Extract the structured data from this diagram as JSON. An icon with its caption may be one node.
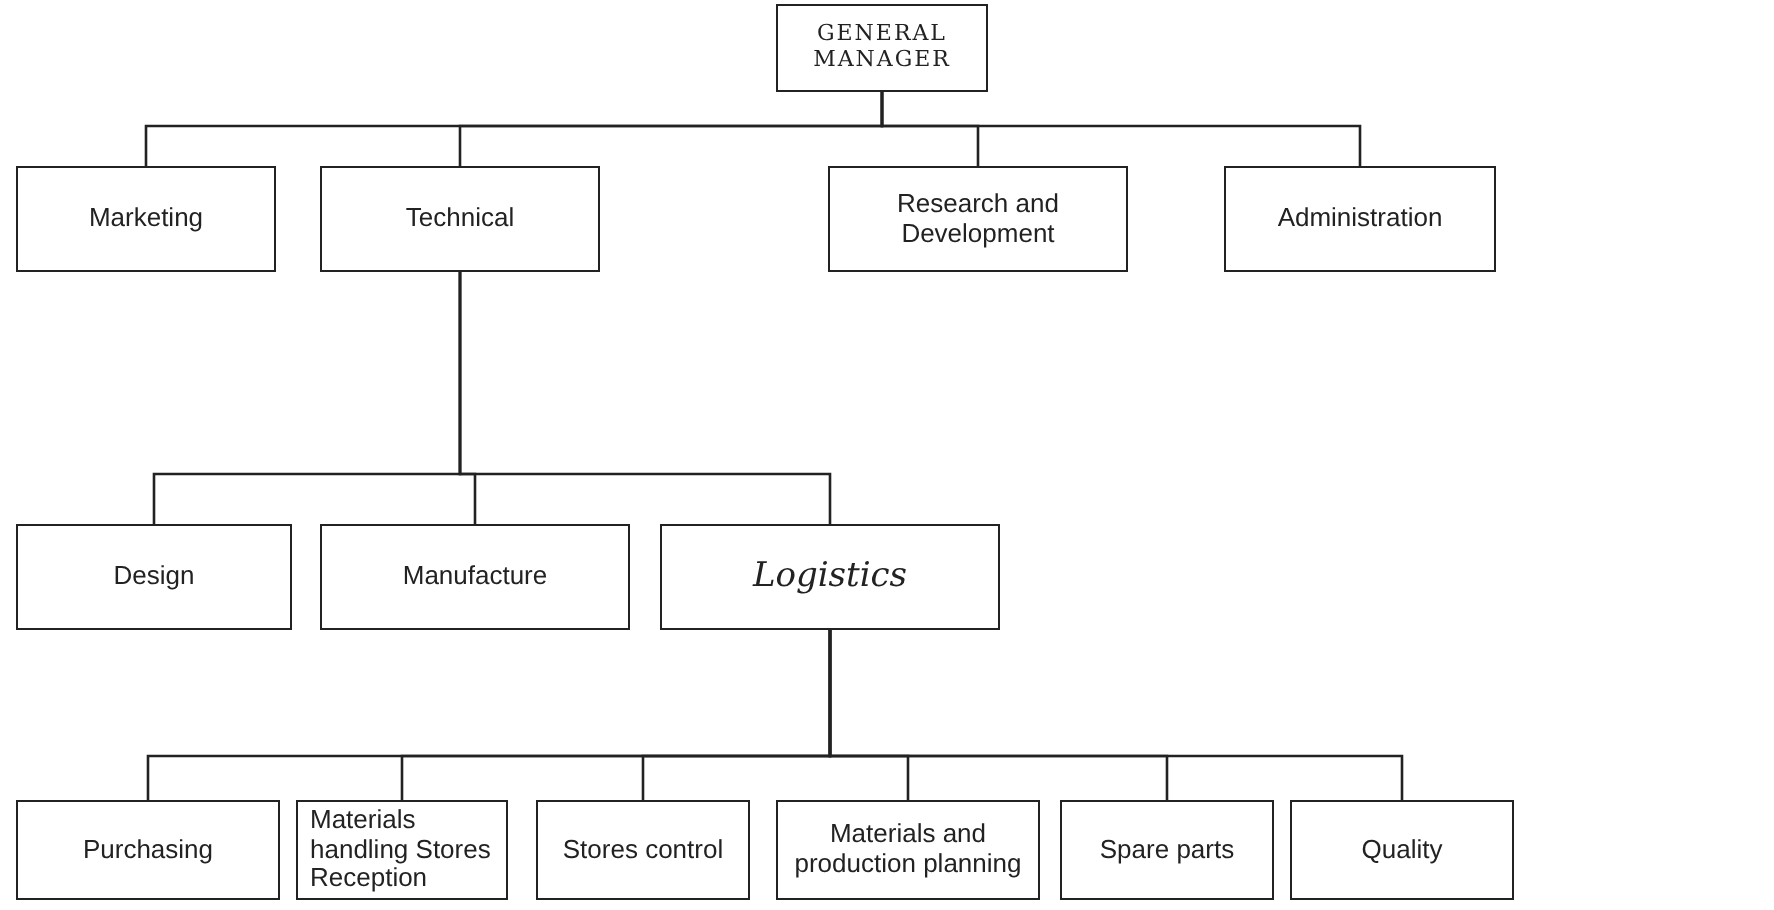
{
  "diagram": {
    "nodes": [
      {
        "text": [
          "GENERAL MANAGER"
        ]
      },
      {
        "text": [
          "Marketing"
        ]
      },
      {
        "text": [
          "Technical"
        ]
      },
      {
        "text": [
          "Research and Development"
        ]
      },
      {
        "text": [
          "Administration"
        ]
      },
      {
        "text": [
          "Design"
        ]
      },
      {
        "text": [
          "Manufacture"
        ]
      },
      {
        "text": [
          "Logistics"
        ]
      },
      {
        "text": [
          "Purchasing"
        ]
      },
      {
        "text": [
          "Materials handling Stores Reception"
        ]
      },
      {
        "text": [
          "Stores control"
        ]
      },
      {
        "text": [
          "Materials and production planning"
        ]
      },
      {
        "text": [
          "Spare parts"
        ]
      },
      {
        "text": [
          "Quality"
        ]
      }
    ],
    "edges": [
      {
        "from": 0,
        "to": 1,
        "arrow": "none"
      },
      {
        "from": 0,
        "to": 2,
        "arrow": "none"
      },
      {
        "from": 0,
        "to": 3,
        "arrow": "none"
      },
      {
        "from": 0,
        "to": 4,
        "arrow": "none"
      },
      {
        "from": 2,
        "to": 5,
        "arrow": "none"
      },
      {
        "from": 2,
        "to": 6,
        "arrow": "none"
      },
      {
        "from": 2,
        "to": 7,
        "arrow": "none"
      },
      {
        "from": 7,
        "to": 8,
        "arrow": "none"
      },
      {
        "from": 7,
        "to": 9,
        "arrow": "none"
      },
      {
        "from": 7,
        "to": 10,
        "arrow": "none"
      },
      {
        "from": 7,
        "to": 11,
        "arrow": "none"
      },
      {
        "from": 7,
        "to": 12,
        "arrow": "none"
      },
      {
        "from": 7,
        "to": 13,
        "arrow": "none"
      }
    ]
  }
}
